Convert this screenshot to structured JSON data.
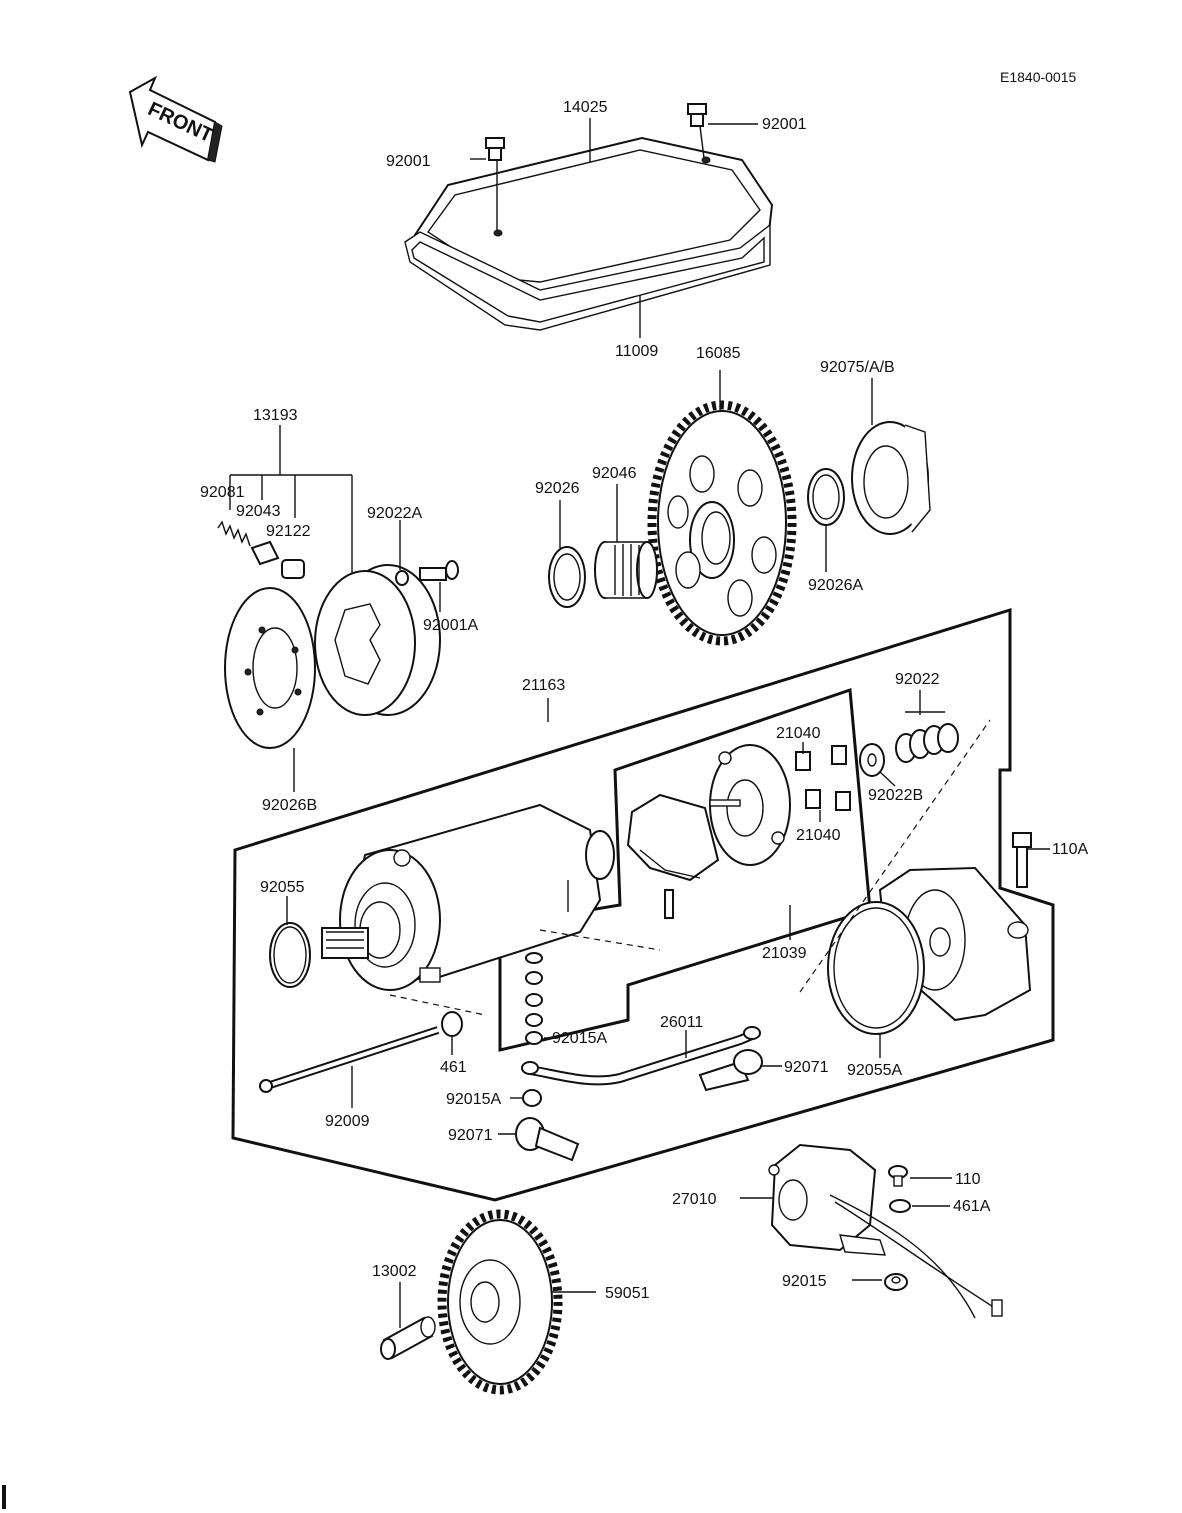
{
  "diagram_code": "E1840-0015",
  "front_label": "FRONT",
  "parts": {
    "p14025": "14025",
    "p92001_left": "92001",
    "p92001_right": "92001",
    "p11009": "11009",
    "p16085": "16085",
    "p92075": "92075/A/B",
    "p13193": "13193",
    "p92081": "92081",
    "p92043": "92043",
    "p92122": "92122",
    "p92022A": "92022A",
    "p92001A": "92001A",
    "p92026": "92026",
    "p92046": "92046",
    "p92026A": "92026A",
    "p92026B": "92026B",
    "p21163": "21163",
    "p92022": "92022",
    "p21040_top": "21040",
    "p21040_bot": "21040",
    "p92022B": "92022B",
    "p110A": "110A",
    "p92055": "92055",
    "p21039": "21039",
    "p92015A_top": "92015A",
    "p26011": "26011",
    "p461": "461",
    "p92071_right": "92071",
    "p92055A": "92055A",
    "p92009": "92009",
    "p92015A_bot": "92015A",
    "p92071_left": "92071",
    "p110": "110",
    "p27010": "27010",
    "p461A": "461A",
    "p13002": "13002",
    "p59051": "59051",
    "p92015": "92015"
  }
}
